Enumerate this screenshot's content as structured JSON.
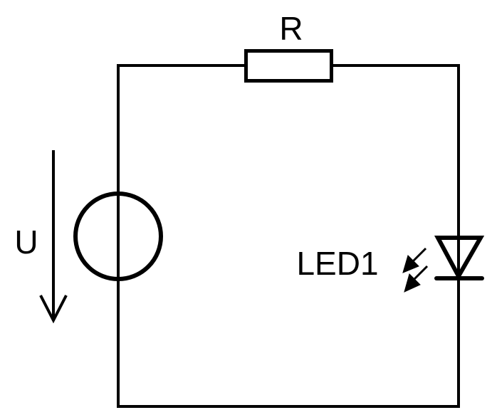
{
  "diagram": {
    "type": "circuit-schematic",
    "stroke_color": "#000000",
    "background": "#ffffff",
    "components": {
      "resistor": {
        "label": "R",
        "kind": "resistor"
      },
      "source": {
        "label": "U",
        "kind": "voltage-source",
        "arrow_direction": "down"
      },
      "led": {
        "label": "LED1",
        "kind": "light-emitting-diode"
      }
    }
  }
}
